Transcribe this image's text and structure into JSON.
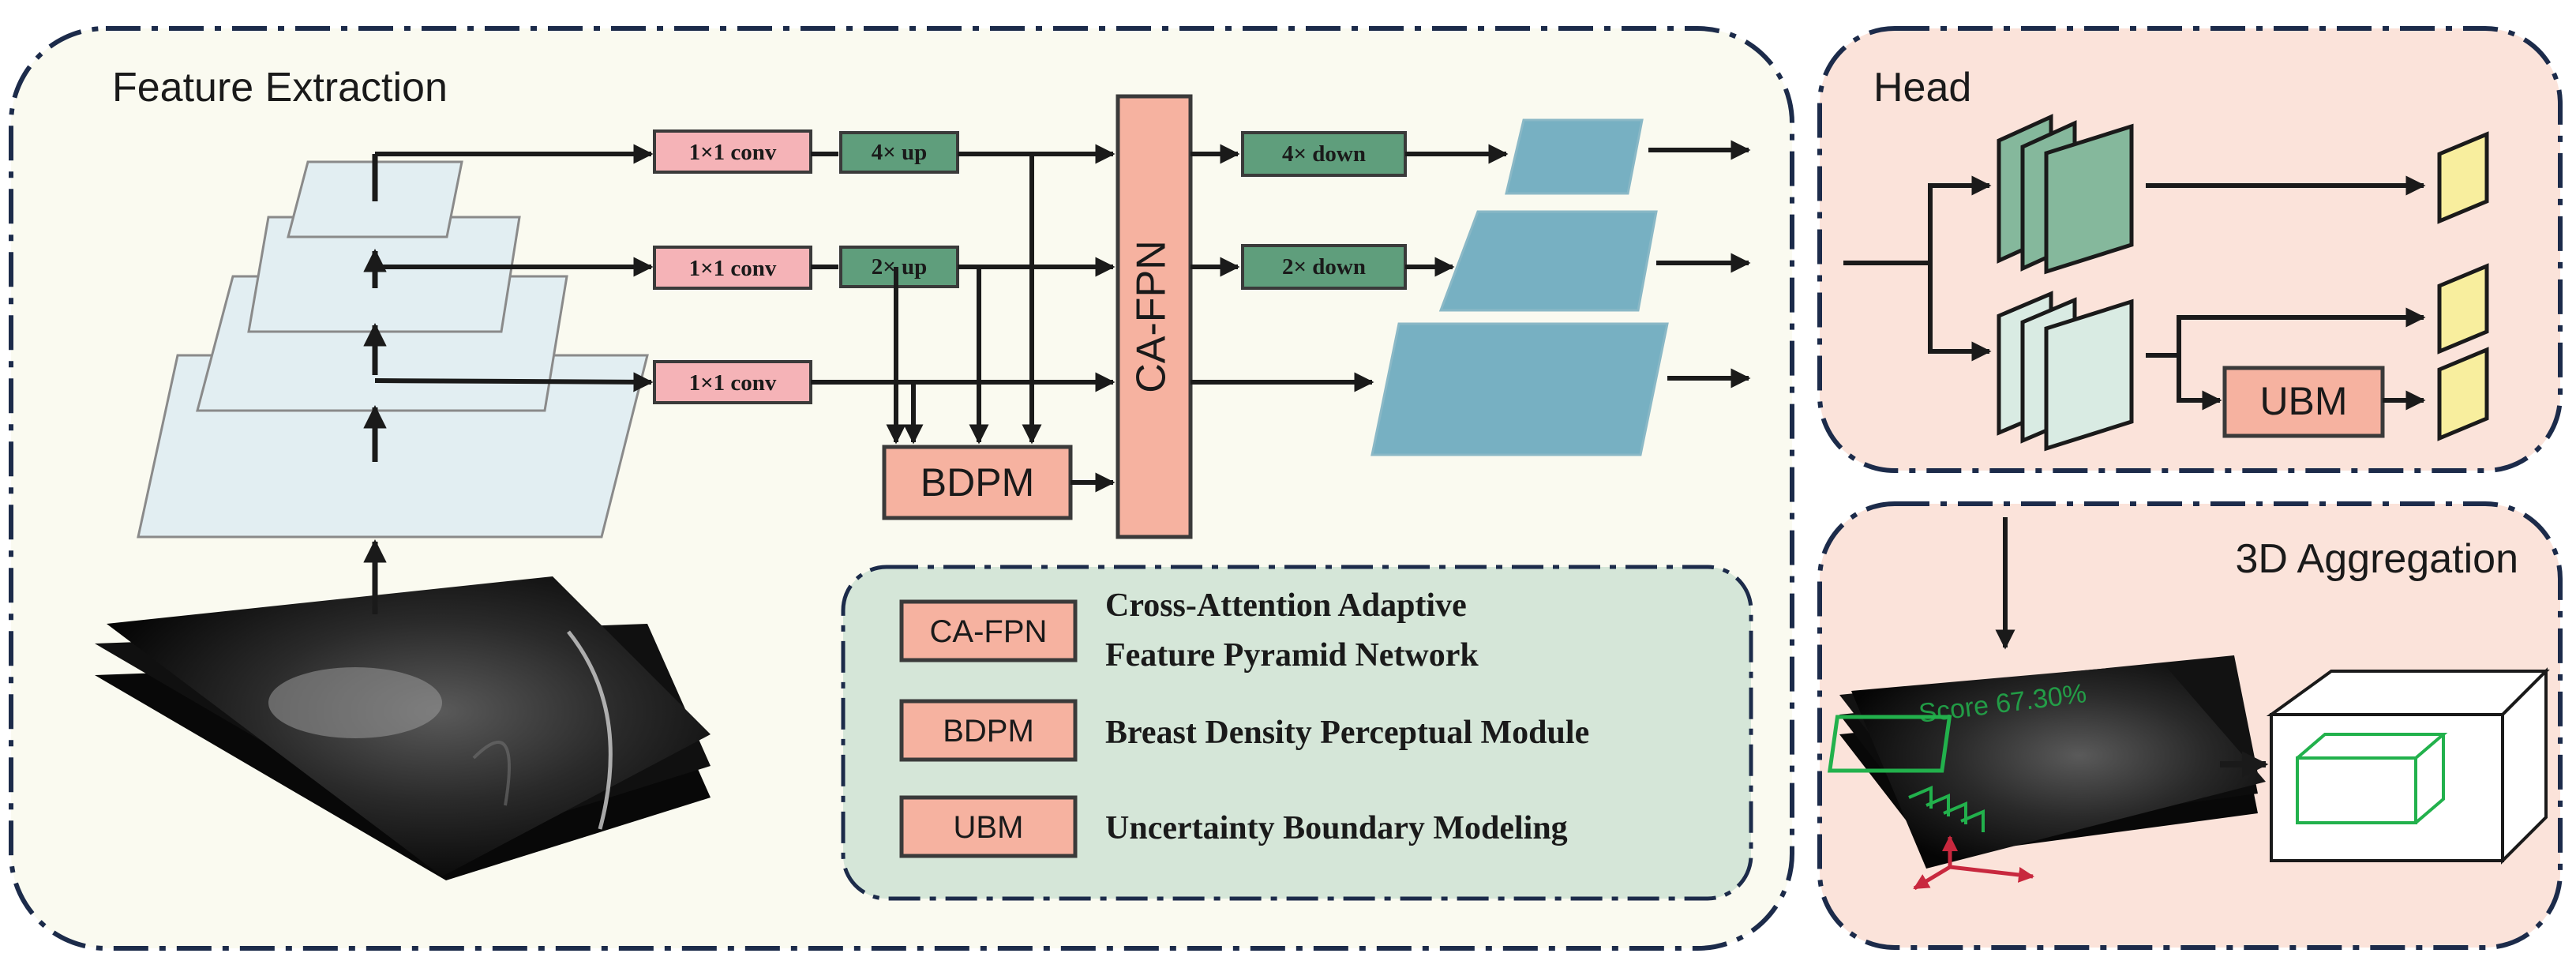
{
  "panels": {
    "feature_extraction": "Feature Extraction",
    "head": "Head",
    "aggregation_3d": "3D Aggregation"
  },
  "blocks": {
    "conv_1x1": "1×1 conv",
    "up_4x": "4× up",
    "up_2x": "2× up",
    "down_4x": "4× down",
    "down_2x": "2× down",
    "ca_fpn": "CA-FPN",
    "bdpm": "BDPM",
    "ubm": "UBM"
  },
  "legend": {
    "items": [
      {
        "abbr": "CA-FPN",
        "line1": "Cross-Attention Adaptive",
        "line2": "Feature Pyramid Network"
      },
      {
        "abbr": "BDPM",
        "line1": "Breast Density Perceptual Module",
        "line2": ""
      },
      {
        "abbr": "UBM",
        "line1": "Uncertainty Boundary Modeling",
        "line2": ""
      }
    ]
  },
  "detection": {
    "score_text": "Score 67.30%"
  },
  "colors": {
    "panel_left_bg": "#fafaf0",
    "panel_right_bg": "#fbe3da",
    "legend_bg": "#d5e6d8",
    "conv_fill": "#f5b3b7",
    "up_down_fill": "#5f9e7c",
    "fpn_fill": "#f6b2a0",
    "pyramid_fill": "#e2eef2",
    "output_feature": "#77b0c2",
    "head_dark": "#85b89c",
    "head_light": "#d9ebe3",
    "prediction": "#f8ee9e",
    "detection_box": "#22b14c",
    "axes": "#c8283e"
  }
}
